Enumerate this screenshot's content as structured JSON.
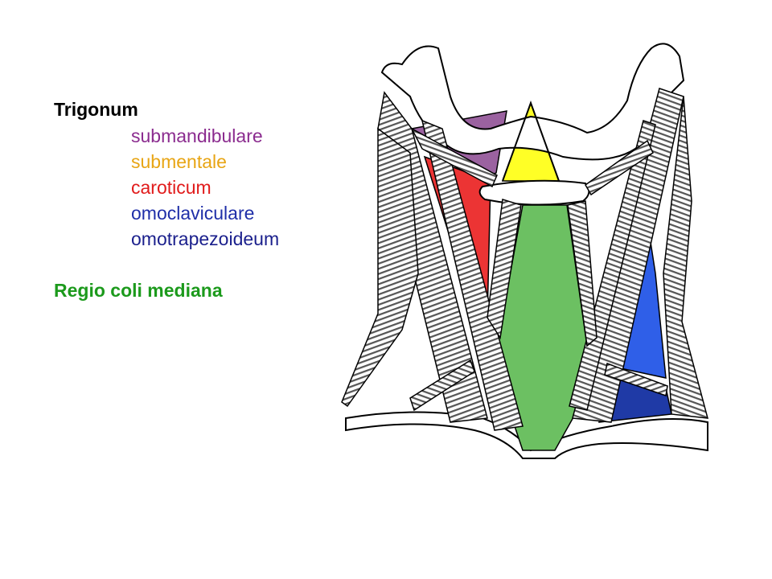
{
  "legend": {
    "heading": "Trigonum",
    "items": [
      {
        "label": "submandibulare",
        "color": "#8b2c8f"
      },
      {
        "label": "submentale",
        "color": "#e8a514"
      },
      {
        "label": "caroticum",
        "color": "#e11b1b"
      },
      {
        "label": "omoclaviculare",
        "color": "#1f2fa8"
      },
      {
        "label": "omotrapezoideum",
        "color": "#1a1f8c"
      }
    ]
  },
  "regio": {
    "label": "Regio coli mediana",
    "color": "#1c9a1c"
  },
  "region_fills": {
    "submandibulare": "#9b62a0",
    "submentale": "#ffff26",
    "caroticum": "#ec3434",
    "omoclaviculare": "#2f5fe8",
    "omotrapezoideum": "#1f3aa6",
    "mediana": "#6cc062"
  }
}
